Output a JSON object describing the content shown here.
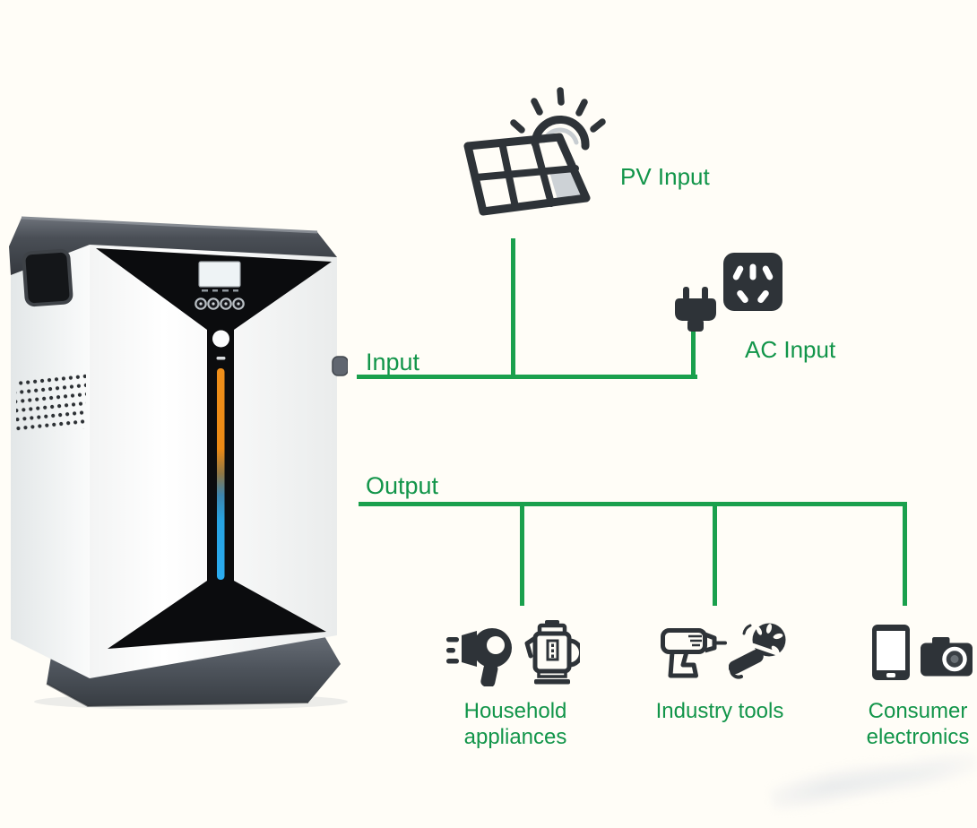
{
  "colors": {
    "background": "#fffdf7",
    "line_green": "#1aa04d",
    "text_green": "#12954a",
    "icon_dark": "#2e3338",
    "led_orange": "#ef8f1a",
    "led_blue": "#2bacf0"
  },
  "device": {
    "icon": "battery-tower-illustration"
  },
  "inputs": {
    "section_label": "Input",
    "sources": [
      {
        "label": "PV Input",
        "icon": "solar-panel-icon"
      },
      {
        "label": "AC Input",
        "icons": [
          "power-plug-icon",
          "power-socket-icon"
        ]
      }
    ]
  },
  "outputs": {
    "section_label": "Output",
    "loads": [
      {
        "label": "Household appliances",
        "icons": [
          "hair-dryer-icon",
          "electric-kettle-icon"
        ]
      },
      {
        "label": "Industry tools",
        "icons": [
          "power-drill-icon",
          "angle-grinder-icon"
        ]
      },
      {
        "label": "Consumer electronics",
        "icons": [
          "tablet-icon",
          "camera-icon"
        ]
      }
    ]
  }
}
